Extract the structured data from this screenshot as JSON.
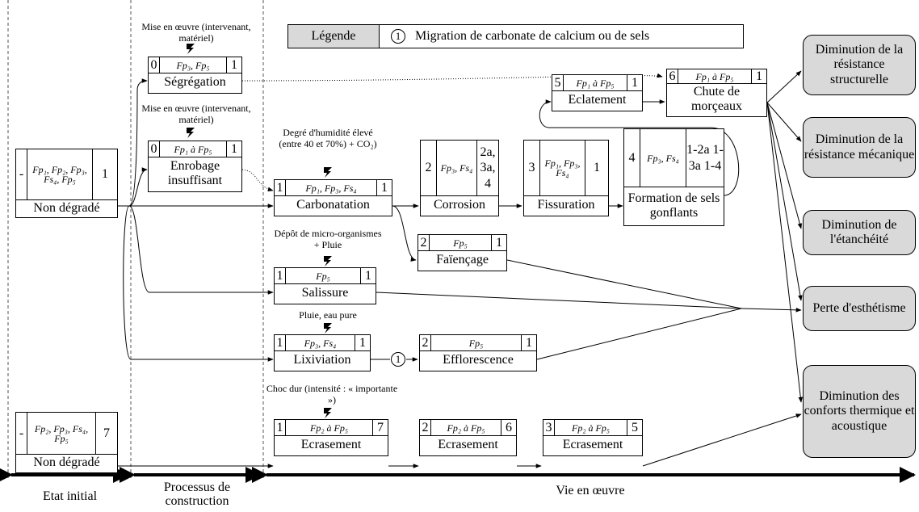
{
  "legend": {
    "title": "Légende",
    "marker": "1",
    "text": "Migration de carbonate de calcium ou de sels"
  },
  "conditions": {
    "seg": "Mise en œuvre (intervenant, matériel)",
    "enr": "Mise en œuvre (intervenant, matériel)",
    "carb": "Degré d'humidité élevé (entre 40 et 70%) + CO₂)",
    "sal": "Dépôt de micro-organismes + Pluie",
    "lix": "Pluie, eau pure",
    "ecr": "Choc dur (intensité : « importante »)"
  },
  "boxes": {
    "nd1": {
      "num": "-",
      "fp": "Fp₁, Fp₂, Fp₃, Fs₄, Fp₅",
      "lvl": "1",
      "label": "Non dégradé"
    },
    "nd2": {
      "num": "-",
      "fp": "Fp₂, Fp₃, Fs₄, Fp₅",
      "lvl": "7",
      "label": "Non dégradé"
    },
    "seg": {
      "num": "0",
      "fp": "Fp₃, Fp₅",
      "lvl": "1",
      "label": "Ségrégation"
    },
    "enr": {
      "num": "0",
      "fp": "Fp₁ à Fp₅",
      "lvl": "1",
      "label": "Enrobage insuffisant"
    },
    "carb": {
      "num": "1",
      "fp": "Fp₁, Fp₃, Fs₄",
      "lvl": "1",
      "label": "Carbonatation"
    },
    "cor": {
      "num": "2",
      "fp": "Fp₃, Fs₄",
      "lvl": "2a, 3a, 4",
      "label": "Corrosion"
    },
    "fis": {
      "num": "3",
      "fp": "Fp₁, Fp₃, Fs₄",
      "lvl": "1",
      "label": "Fissuration"
    },
    "sels": {
      "num": "4",
      "fp": "Fp₃, Fs₄",
      "lvl": "1-2a 1-3a 1-4",
      "label": "Formation de sels gonflants"
    },
    "ecl": {
      "num": "5",
      "fp": "Fp₁ à Fp₅",
      "lvl": "1",
      "label": "Eclatement"
    },
    "chute": {
      "num": "6",
      "fp": "Fp₁ à Fp₅",
      "lvl": "1",
      "label": "Chute de morçeaux"
    },
    "faie": {
      "num": "2",
      "fp": "Fp₅",
      "lvl": "1",
      "label": "Faïençage"
    },
    "sal": {
      "num": "1",
      "fp": "Fp₅",
      "lvl": "1",
      "label": "Salissure"
    },
    "lix": {
      "num": "1",
      "fp": "Fp₃, Fs₄",
      "lvl": "1",
      "label": "Lixiviation"
    },
    "effl": {
      "num": "2",
      "fp": "Fp₅",
      "lvl": "1",
      "label": "Efflorescence"
    },
    "ecr1": {
      "num": "1",
      "fp": "Fp₂ à Fp₅",
      "lvl": "7",
      "label": "Ecrasement"
    },
    "ecr2": {
      "num": "2",
      "fp": "Fp₂ à Fp₅",
      "lvl": "6",
      "label": "Ecrasement"
    },
    "ecr3": {
      "num": "3",
      "fp": "Fp₂ à Fp₅",
      "lvl": "5",
      "label": "Ecrasement"
    }
  },
  "consequences": {
    "c1": "Diminution de la résistance structurelle",
    "c2": "Diminution de la résistance mécanique",
    "c3": "Diminution de l'étanchéité",
    "c4": "Perte d'esthétisme",
    "c5": "Diminution des conforts thermique et acoustique"
  },
  "migration_marker": "1",
  "phases": {
    "p1": "Etat initial",
    "p2": "Processus de construction",
    "p3": "Vie en œuvre"
  }
}
